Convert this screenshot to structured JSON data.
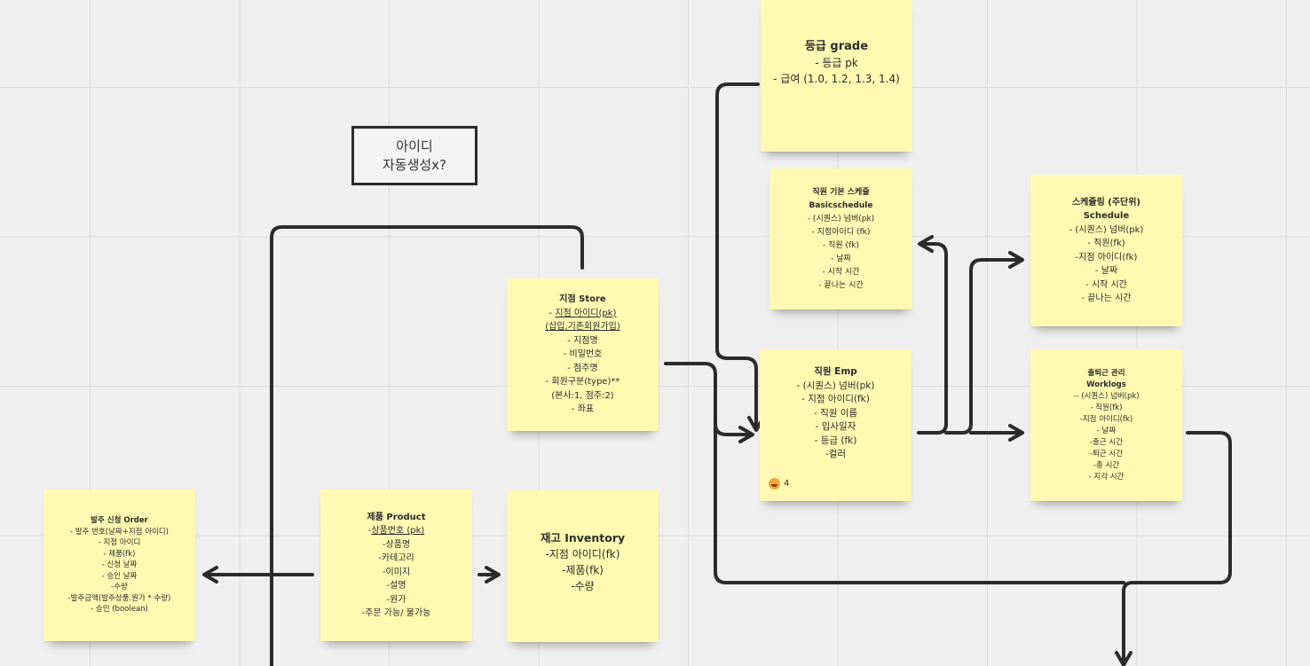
{
  "notes": {
    "grade": {
      "title": "등급 grade",
      "lines": [
        "- 등급 pk",
        "- 급여 (1.0, 1.2, 1.3, 1.4)"
      ]
    },
    "basic_schedule": {
      "title": "직원 기본 스케쥴",
      "subtitle": "Basicschedule",
      "lines": [
        "- (시퀀스) 넘버(pk)",
        "- 지점아이디 (fk)",
        "- 직원 (fk)",
        "- 날짜",
        "- 시작 시간",
        "- 끝나는 시간"
      ]
    },
    "schedule": {
      "title": "스케쥴링 (주단위)",
      "subtitle": "Schedule",
      "lines": [
        "- (시퀀스) 넘버(pk)",
        "- 직원(fk)",
        "-지점 아이디(fk)",
        "- 날짜",
        "- 시작 시간",
        "- 끝나는 시간"
      ]
    },
    "store": {
      "title": "지점 Store",
      "line1_prefix": "- ",
      "line1_underlined": "지점 아이디(pk)",
      "line2_underlined": "(삽입,기존회원가입)",
      "lines": [
        "- 지점명",
        "- 비밀번호",
        "- 점주명",
        "- 회원구분(type)**",
        "(본사:1, 점주:2)",
        "- 좌표"
      ]
    },
    "emp": {
      "title": "직원 Emp",
      "lines": [
        "- (시퀀스) 넘버(pk)",
        "- 지점 아이디(fk)",
        "- 직원 이름",
        "- 입사일자",
        "- 등급 (fk)",
        "-컬러"
      ],
      "reaction_count": "4"
    },
    "worklogs": {
      "title": "출퇴근 관리",
      "subtitle": "Worklogs",
      "lines": [
        "-- (시퀀스) 넘버(pk)",
        "- 직원(fk)",
        "-지점 아이디(fk)",
        "- 날짜",
        "-출근 시간",
        "-퇴근 시간",
        "-총 시간",
        "- 지각 시간"
      ]
    },
    "order": {
      "title": "발주 신청 Order",
      "lines": [
        "- 발주 번호(날짜+지점 아이디)",
        "- 지점 아이디",
        "- 제품(fk)",
        "- 신청 날짜",
        "- 승인 날짜",
        "-수량",
        "-발주금액(발주상품.원가 * 수량)",
        "- 승인 (boolean)"
      ]
    },
    "product": {
      "title": "제품 Product",
      "line1_prefix": "-",
      "line1_underlined": "상품번호 (pk)",
      "lines": [
        "-상품명",
        "-카테고리",
        "-이미지",
        "-설명",
        "-원가",
        "-주문 가능/ 불가능"
      ]
    },
    "inventory": {
      "title": "재고 Inventory",
      "lines": [
        "-지점 아이디(fk)",
        "-제품(fk)",
        "-수량"
      ]
    }
  },
  "textbox": {
    "line1": "아이디",
    "line2": "자동생성x?"
  },
  "colors": {
    "note": "#fff9b1",
    "connector": "#2b2b2b",
    "background": "#efefef"
  }
}
